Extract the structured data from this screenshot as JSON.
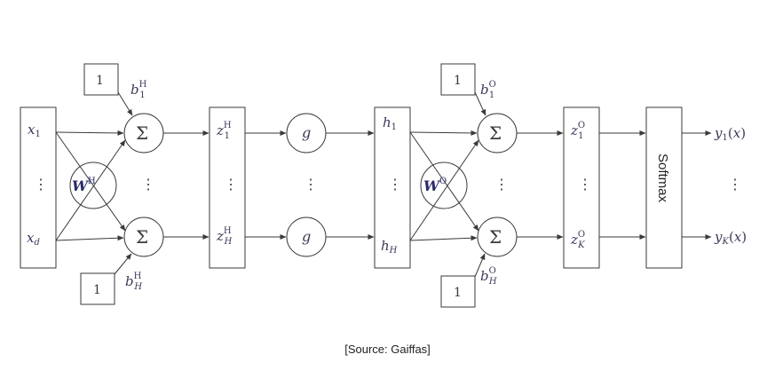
{
  "diagram": {
    "inputs": {
      "top": "x₁",
      "bottom": "x_d"
    },
    "hidden_weight": {
      "letter": "W",
      "sup": "H"
    },
    "hidden_bias_box": {
      "value": "1"
    },
    "hidden_bias_top": {
      "base": "b",
      "sub": "1",
      "sup": "H"
    },
    "hidden_bias_bottom": {
      "base": "b",
      "sub": "H",
      "sup": "H"
    },
    "sum_symbol": "Σ",
    "z_hidden": {
      "top_base": "z",
      "top_sub": "1",
      "top_sup": "H",
      "bottom_base": "z",
      "bottom_sub": "H",
      "bottom_sup": "H"
    },
    "activation": "g",
    "h_values": {
      "top": "h₁",
      "bottom_base": "h",
      "bottom_sub": "H"
    },
    "output_weight": {
      "letter": "W",
      "sup": "O"
    },
    "output_bias_top": {
      "base": "b",
      "sub": "1",
      "sup": "O"
    },
    "output_bias_bottom": {
      "base": "b",
      "sub": "H",
      "sup": "O"
    },
    "z_output": {
      "top_base": "z",
      "top_sub": "1",
      "top_sup": "O",
      "bottom_base": "z",
      "bottom_sub": "K",
      "bottom_sup": "O"
    },
    "softmax_label": "Softmax",
    "outputs": {
      "top": "y₁(x)",
      "bottom": "y_K(x)",
      "top_base": "y",
      "top_sub": "1",
      "top_arg": "(x)",
      "bottom_base": "y",
      "bottom_sub": "K",
      "bottom_arg": "(x)"
    },
    "vdots": "⋮"
  },
  "caption": "[Source: Gaiffas]"
}
